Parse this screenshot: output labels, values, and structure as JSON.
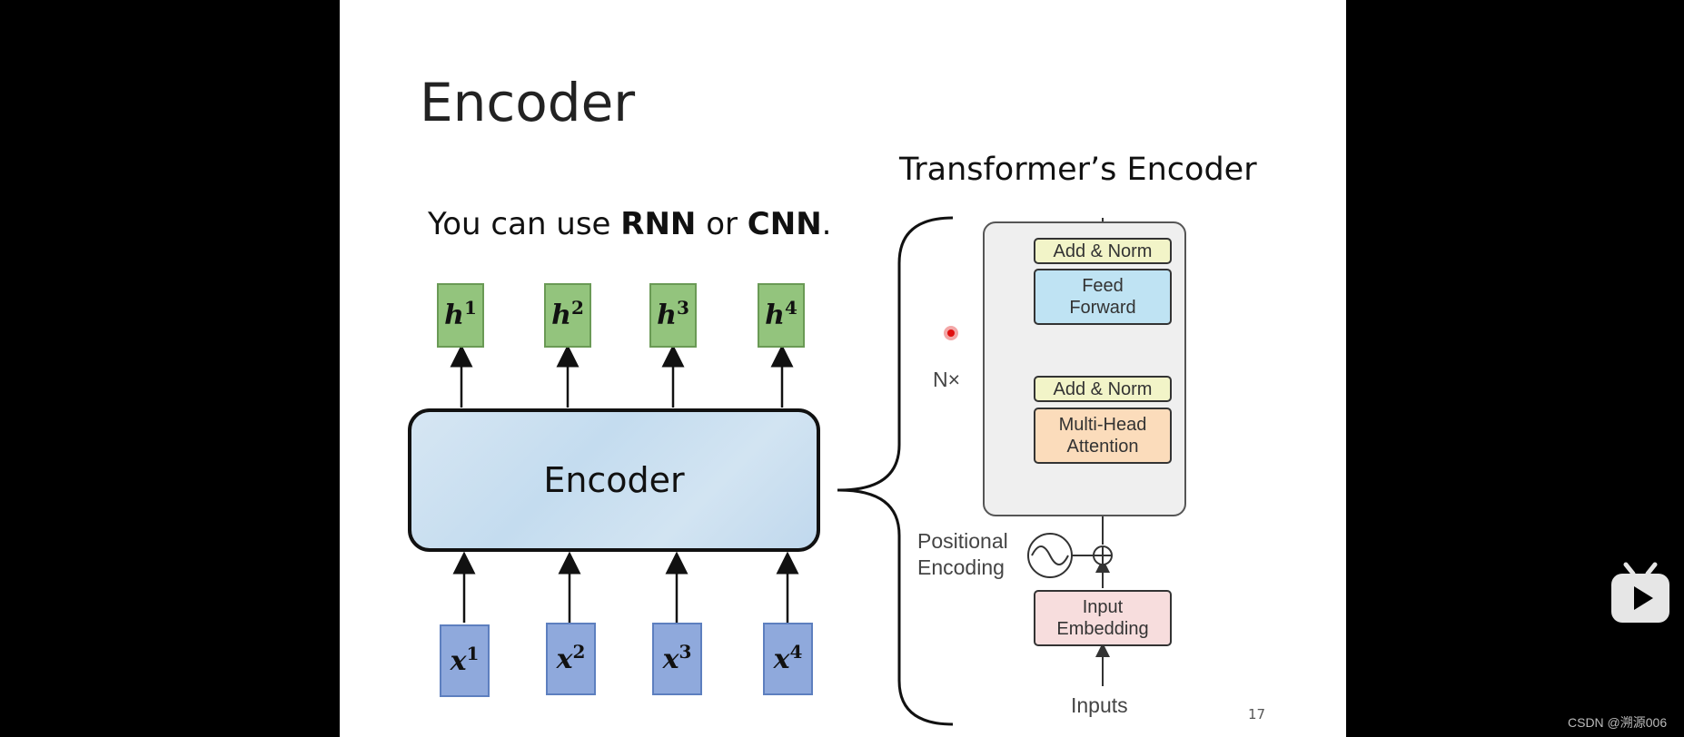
{
  "slide": {
    "title": "Encoder",
    "subtitle_prefix": "You can use ",
    "subtitle_rnn": "RNN",
    "subtitle_or": " or ",
    "subtitle_cnn": "CNN",
    "subtitle_suffix": ".",
    "page_number": "17"
  },
  "left_diagram": {
    "encoder_label": "Encoder",
    "outputs": [
      {
        "base": "h",
        "sup": "1"
      },
      {
        "base": "h",
        "sup": "2"
      },
      {
        "base": "h",
        "sup": "3"
      },
      {
        "base": "h",
        "sup": "4"
      }
    ],
    "inputs": [
      {
        "base": "x",
        "sup": "1"
      },
      {
        "base": "x",
        "sup": "2"
      },
      {
        "base": "x",
        "sup": "3"
      },
      {
        "base": "x",
        "sup": "4"
      }
    ]
  },
  "transformer": {
    "title": "Transformer’s Encoder",
    "add_norm_top": "Add & Norm",
    "feed_forward_line1": "Feed",
    "feed_forward_line2": "Forward",
    "add_norm_bottom": "Add & Norm",
    "mha_line1": "Multi-Head",
    "mha_line2": "Attention",
    "repeat_label": "N×",
    "pos_enc_line1": "Positional",
    "pos_enc_line2": "Encoding",
    "emb_line1": "Input",
    "emb_line2": "Embedding",
    "inputs_label": "Inputs"
  },
  "overlay": {
    "watermark": "CSDN @溯源006"
  },
  "colors": {
    "h_box": "#93c47d",
    "x_box": "#8fa9dc",
    "add_norm": "#f2f4c8",
    "feed_forward": "#bfe3f3",
    "multi_head": "#fbdcbb",
    "embedding": "#f7dddd"
  }
}
